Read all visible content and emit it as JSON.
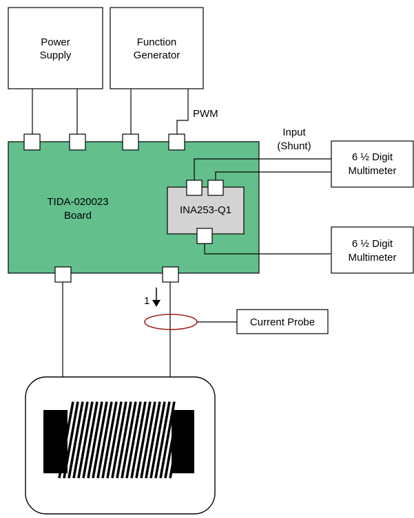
{
  "colors": {
    "board_fill": "#63bf8c",
    "ic_fill": "#d3d3d3",
    "probe_ring": "#a01e1e",
    "line": "#000000",
    "background": "#ffffff"
  },
  "power_supply": {
    "line1": "Power",
    "line2": "Supply"
  },
  "function_generator": {
    "line1": "Function",
    "line2": "Generator"
  },
  "pwm_label": "PWM",
  "input_label": {
    "line1": "Input",
    "line2": "(Shunt)"
  },
  "board": {
    "line1": "TIDA-020023",
    "line2": "Board"
  },
  "ic": {
    "label": "INA253-Q1"
  },
  "multimeter_1": {
    "line1": "6 ½ Digit",
    "line2": "Multimeter"
  },
  "multimeter_2": {
    "line1": "6 ½ Digit",
    "line2": "Multimeter"
  },
  "current_label": "1",
  "current_probe": {
    "label": "Current Probe"
  }
}
